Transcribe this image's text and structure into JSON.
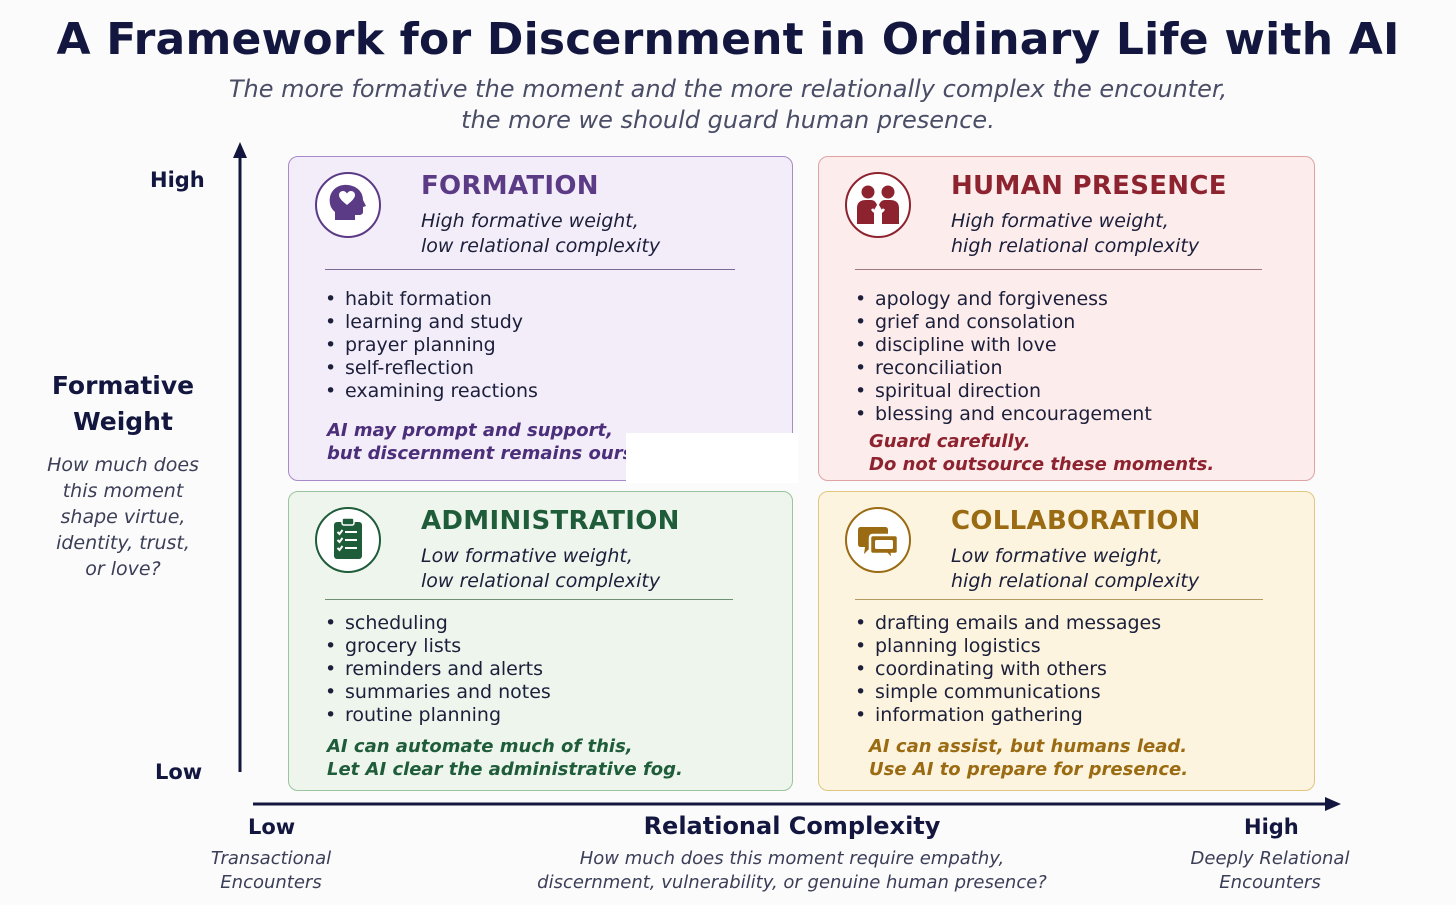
{
  "title": "A Framework for Discernment in Ordinary Life with AI",
  "subtitle": {
    "line1": "The more formative the moment and the more relationally complex the encounter,",
    "line2": "the more we should guard human presence."
  },
  "y_axis": {
    "high": "High",
    "low": "Low",
    "title_line1": "Formative",
    "title_line2": "Weight",
    "desc_lines": [
      "How much does",
      "this moment",
      "shape virtue,",
      "identity, trust,",
      "or love?"
    ]
  },
  "x_axis": {
    "low": "Low",
    "high": "High",
    "title": "Relational Complexity",
    "desc_line1": "How much does this moment require empathy,",
    "desc_line2": "discernment, vulnerability, or genuine human presence?",
    "low_desc": [
      "Transactional",
      "Encounters"
    ],
    "high_desc": [
      "Deeply Relational",
      "Encounters"
    ]
  },
  "quadrants": {
    "formation": {
      "icon": "head-heart-icon",
      "color": "#5b3a86",
      "heading": "FORMATION",
      "sub1": "High formative weight,",
      "sub2": "low relational complexity",
      "items": [
        "habit formation",
        "learning and study",
        "prayer planning",
        "self-reflection",
        "examining reactions"
      ],
      "note1": "AI may prompt and support,",
      "note2": "but discernment remains ours."
    },
    "human_presence": {
      "icon": "two-people-icon",
      "color": "#8e2330",
      "heading": "HUMAN PRESENCE",
      "sub1": "High formative weight,",
      "sub2": "high relational complexity",
      "items": [
        "apology and forgiveness",
        "grief and consolation",
        "discipline with love",
        "reconciliation",
        "spiritual direction",
        "blessing and encouragement"
      ],
      "note1": "Guard carefully.",
      "note2": "Do not outsource these moments."
    },
    "administration": {
      "icon": "clipboard-checklist-icon",
      "color": "#1f5c3a",
      "heading": "ADMINISTRATION",
      "sub1": "Low formative weight,",
      "sub2": "low relational complexity",
      "items": [
        "scheduling",
        "grocery lists",
        "reminders and alerts",
        "summaries and notes",
        "routine planning"
      ],
      "note1": "AI can automate much of this,",
      "note2": "Let AI clear the administrative fog."
    },
    "collaboration": {
      "icon": "chat-bubbles-icon",
      "color": "#9a6b12",
      "heading": "COLLABORATION",
      "sub1": "Low formative weight,",
      "sub2": "high relational complexity",
      "items": [
        "drafting emails and messages",
        "planning logistics",
        "coordinating with others",
        "simple communications",
        "information gathering"
      ],
      "note1": "AI can assist, but humans lead.",
      "note2": "Use AI to prepare for presence."
    }
  }
}
